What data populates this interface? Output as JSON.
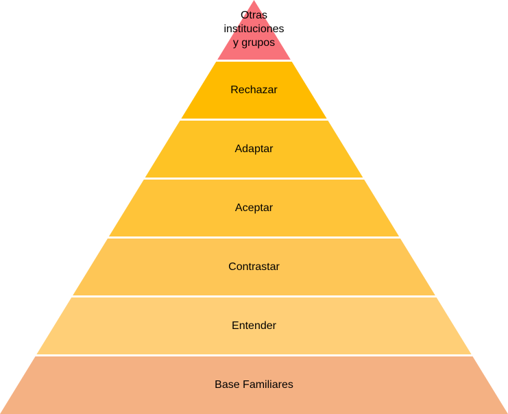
{
  "pyramid": {
    "levels": [
      {
        "label": [
          "Otras",
          "instituciones",
          "y grupos"
        ],
        "color": "#F8727A"
      },
      {
        "label": [
          "Rechazar"
        ],
        "color": "#FFBB00"
      },
      {
        "label": [
          "Adaptar"
        ],
        "color": "#FEC325"
      },
      {
        "label": [
          "Aceptar"
        ],
        "color": "#FFC439"
      },
      {
        "label": [
          "Contrastar"
        ],
        "color": "#FEC656"
      },
      {
        "label": [
          "Entender"
        ],
        "color": "#FFCF77"
      },
      {
        "label": [
          "Base Familiares"
        ],
        "color": "#F4B183"
      }
    ]
  }
}
